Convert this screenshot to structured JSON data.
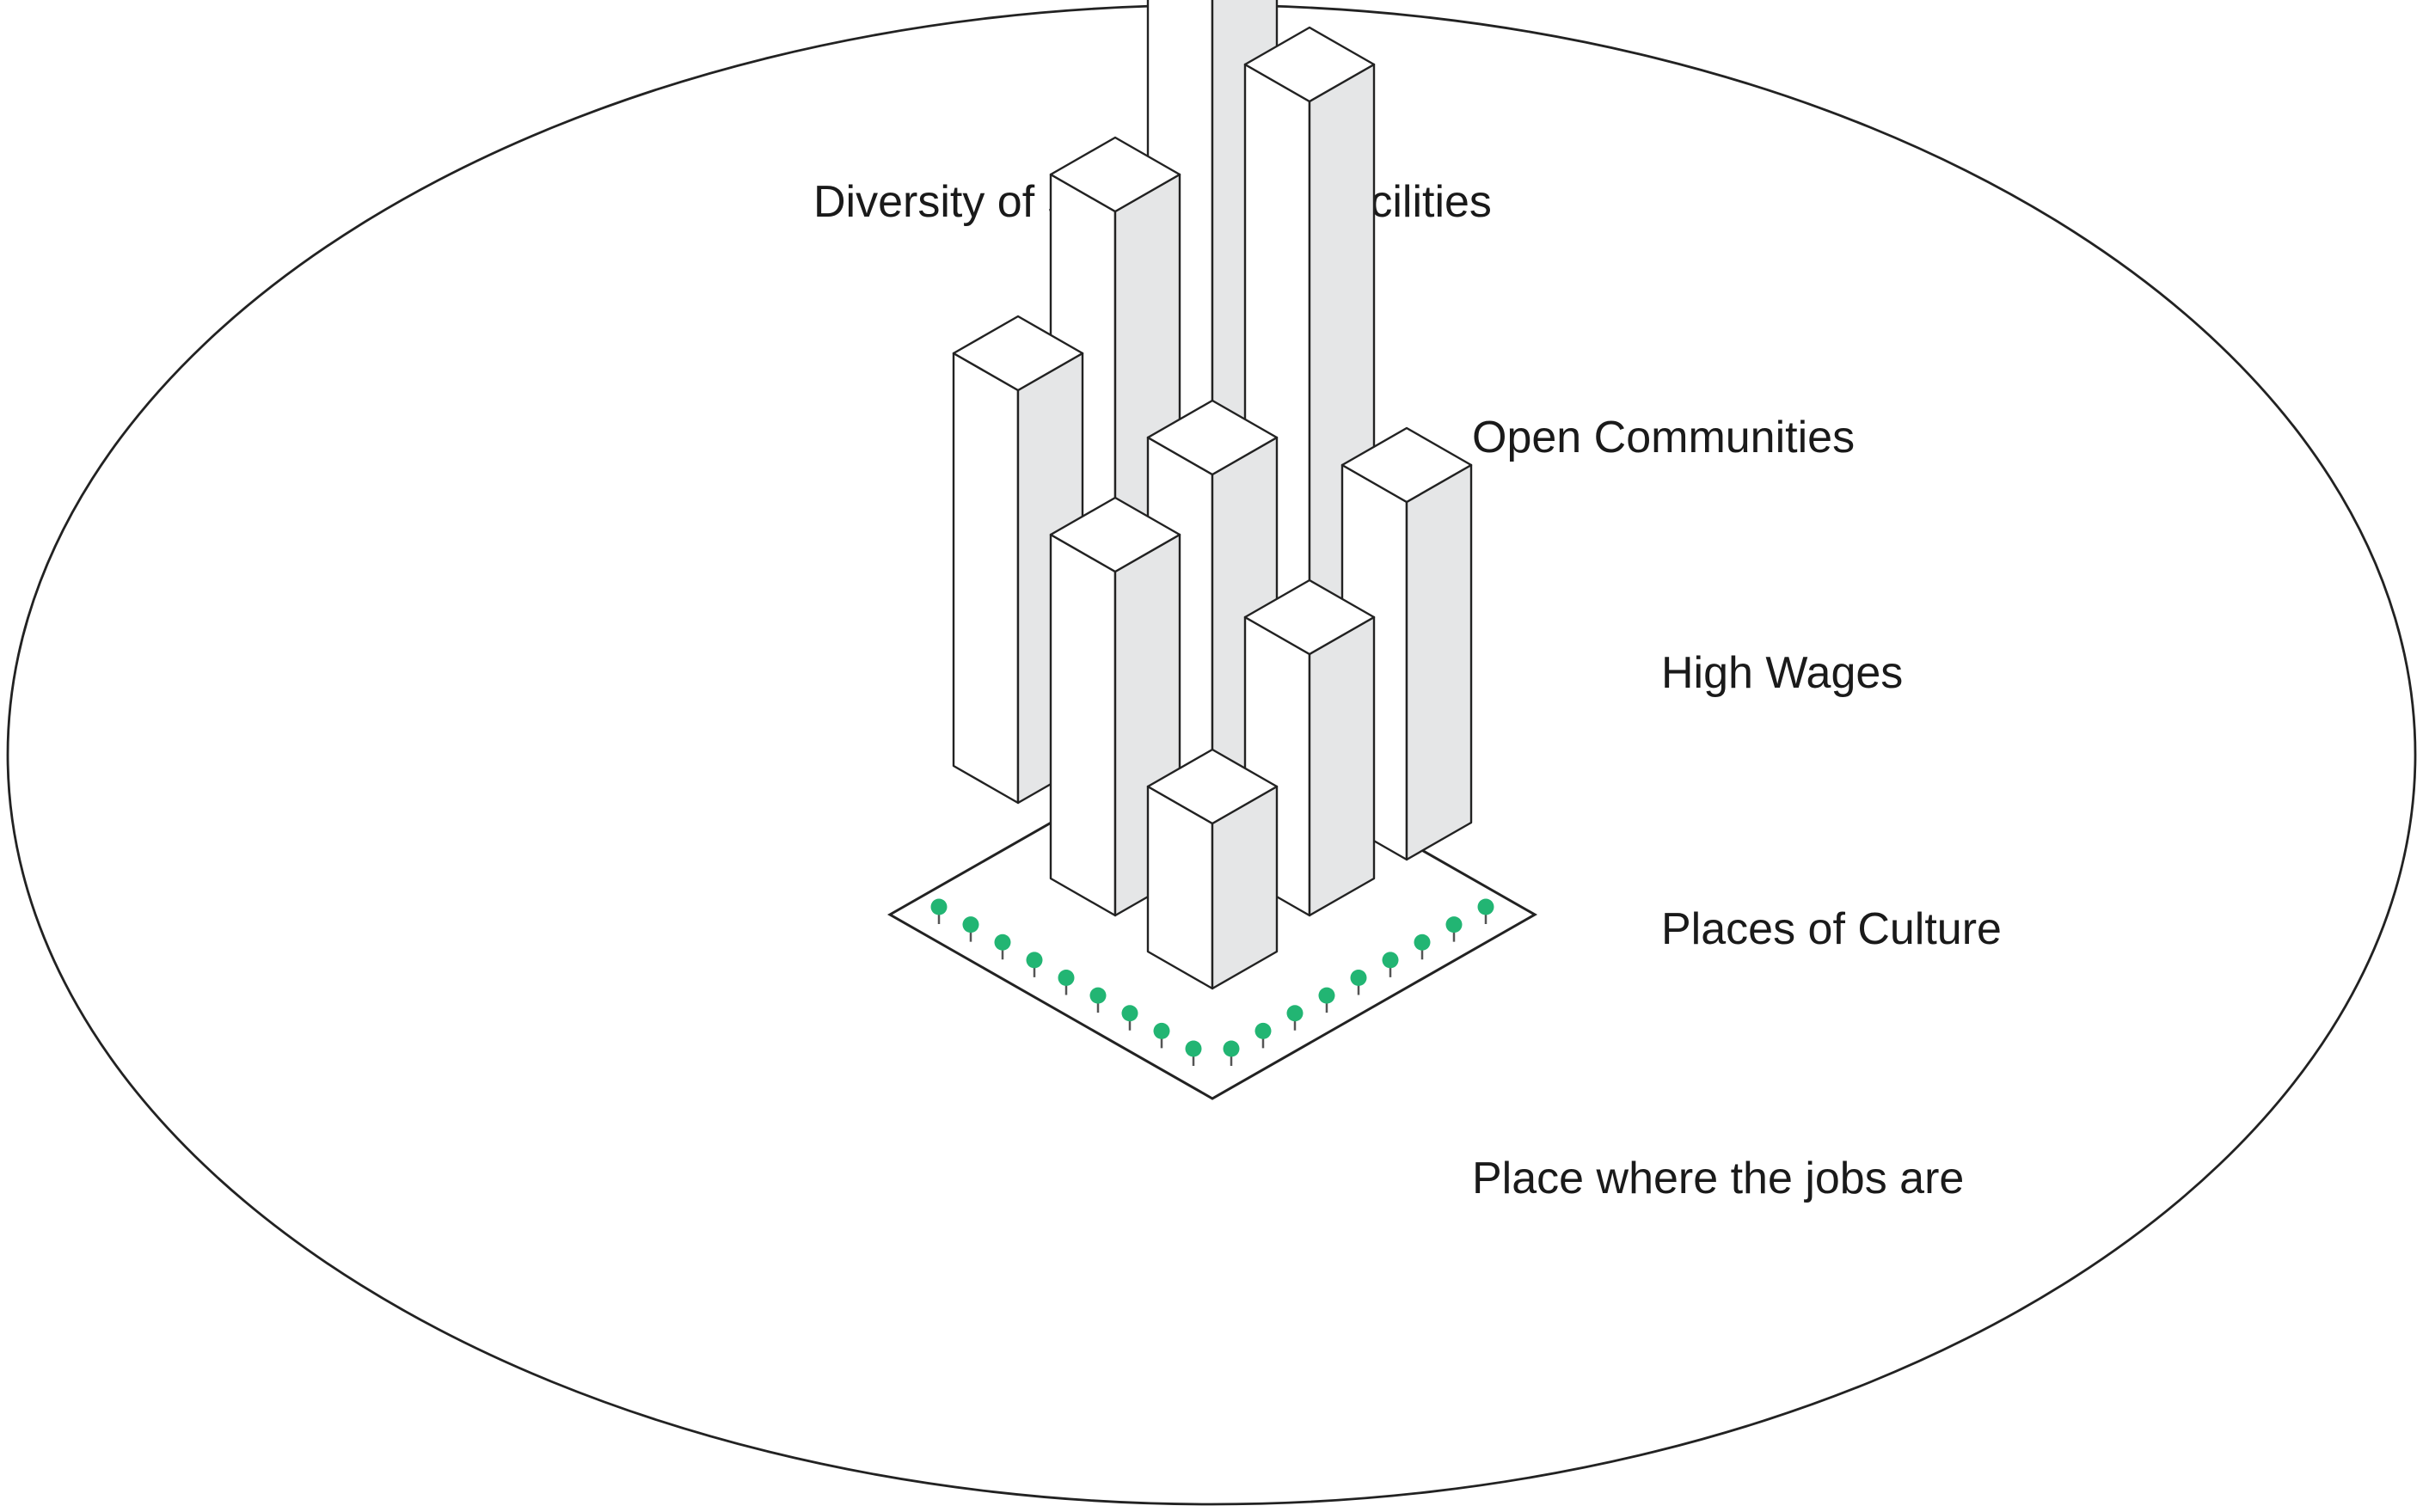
{
  "labels": {
    "outer": "Diversity of Services and Facilities",
    "open": "Open Communities",
    "wages": "High Wages",
    "culture": "Places of Culture",
    "jobs": "Place where the jobs are"
  },
  "colors": {
    "outline": "#222222",
    "building_top": "#ffffff",
    "building_left": "#ffffff",
    "building_right": "#e5e6e7",
    "tree": "#22b573",
    "tree_trunk": "#555555"
  },
  "buildings": [
    {
      "name": "tower-tallest",
      "height": 5.6
    },
    {
      "name": "tower-left-tall",
      "height": 3.9
    },
    {
      "name": "tower-right-tall",
      "height": 4.7
    },
    {
      "name": "tower-far-left",
      "height": 3.0
    },
    {
      "name": "tower-center",
      "height": 2.8
    },
    {
      "name": "tower-far-right",
      "height": 2.6
    },
    {
      "name": "tower-front-left",
      "height": 2.5
    },
    {
      "name": "tower-front-right",
      "height": 1.9
    },
    {
      "name": "tower-front",
      "height": 1.2
    }
  ]
}
